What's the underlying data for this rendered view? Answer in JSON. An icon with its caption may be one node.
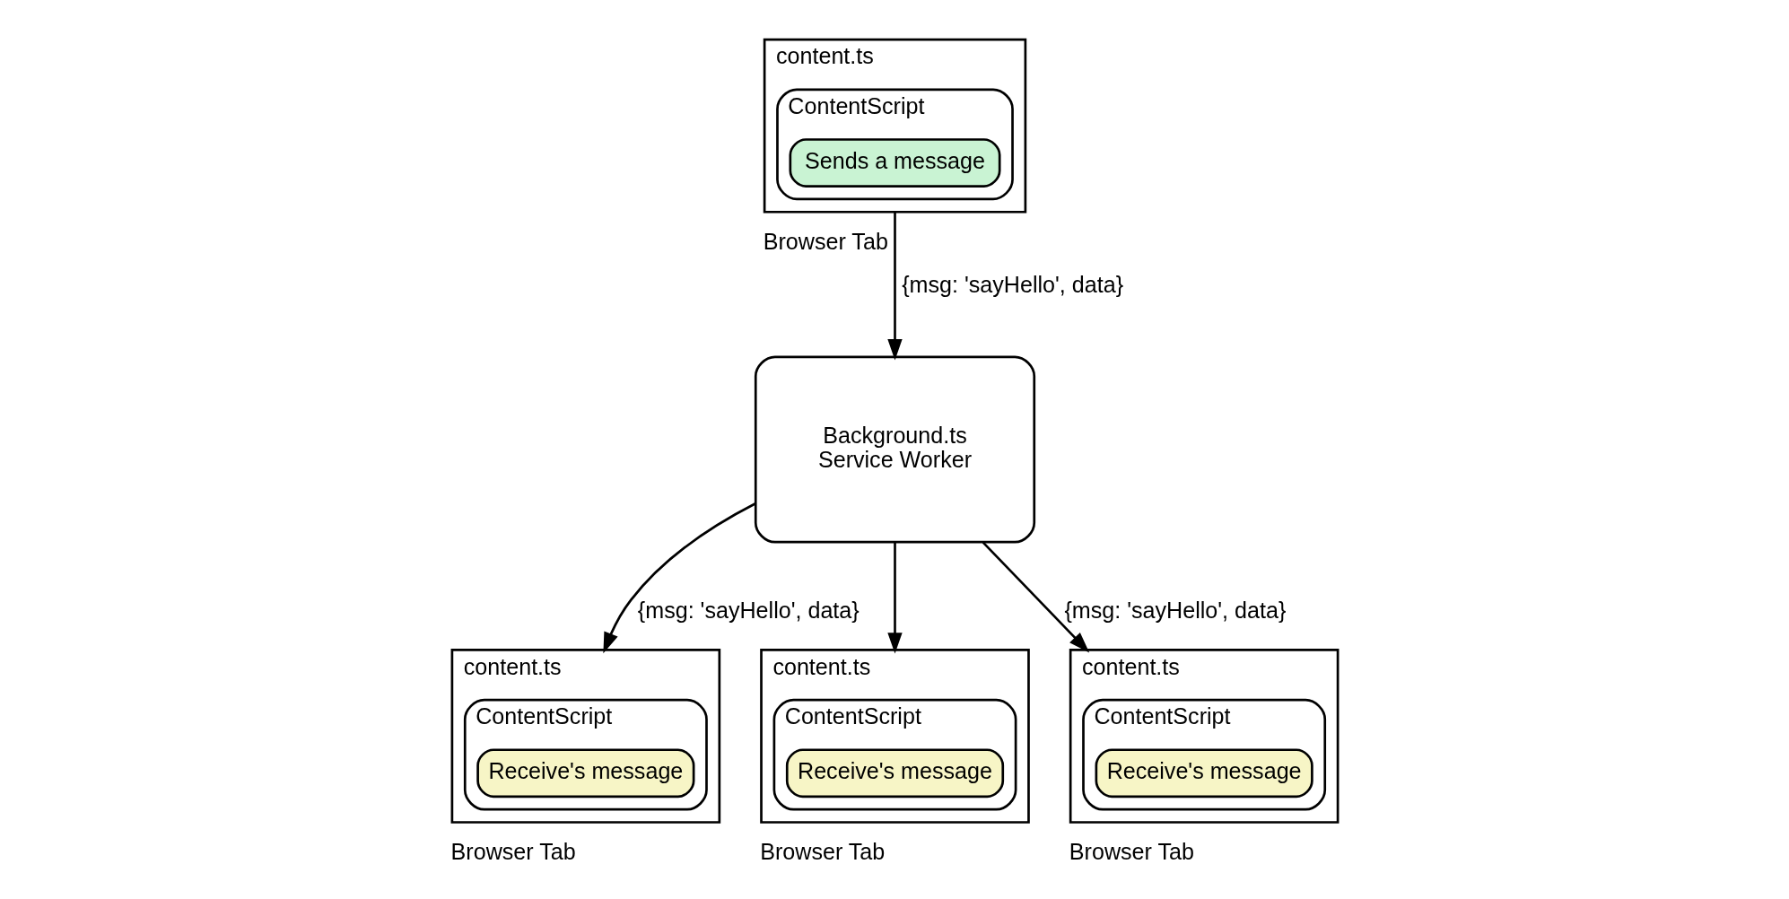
{
  "diagram": {
    "nodes": [
      {
        "text": [
          "Background.ts",
          "Service Worker"
        ]
      },
      {
        "text": [
          "content.ts"
        ],
        "beside": [
          "Browser Tab"
        ]
      },
      {
        "text": [
          "ContentScript"
        ],
        "in": 1
      },
      {
        "text": [
          "Receive's message"
        ],
        "in": 2
      },
      {
        "text": [
          "content.ts"
        ],
        "beside": [
          "Browser Tab"
        ]
      },
      {
        "text": [
          "ContentScript"
        ],
        "in": 4
      },
      {
        "text": [
          "Sends a message"
        ],
        "in": 5
      },
      {
        "text": [
          "content.ts"
        ],
        "beside": [
          "Browser Tab"
        ]
      },
      {
        "text": [
          "ContentScript"
        ],
        "in": 7
      },
      {
        "text": [
          "Receive's message"
        ],
        "in": 8
      },
      {
        "text": [
          "content.ts"
        ],
        "beside": [
          "Browser Tab"
        ]
      },
      {
        "text": [
          "ContentScript"
        ],
        "in": 10
      },
      {
        "text": [
          "Receive's message"
        ],
        "in": 11
      }
    ],
    "edges": [
      {
        "from": 0,
        "to": 1,
        "arrow": "to",
        "label": "{msg: 'sayHello', data}"
      },
      {
        "from": 4,
        "to": 0,
        "arrow": "to",
        "label": "{msg: 'sayHello', data}"
      },
      {
        "from": 0,
        "to": 7,
        "arrow": "to"
      },
      {
        "from": 0,
        "to": 10,
        "arrow": "to",
        "label": "{msg: 'sayHello', data}"
      }
    ]
  }
}
